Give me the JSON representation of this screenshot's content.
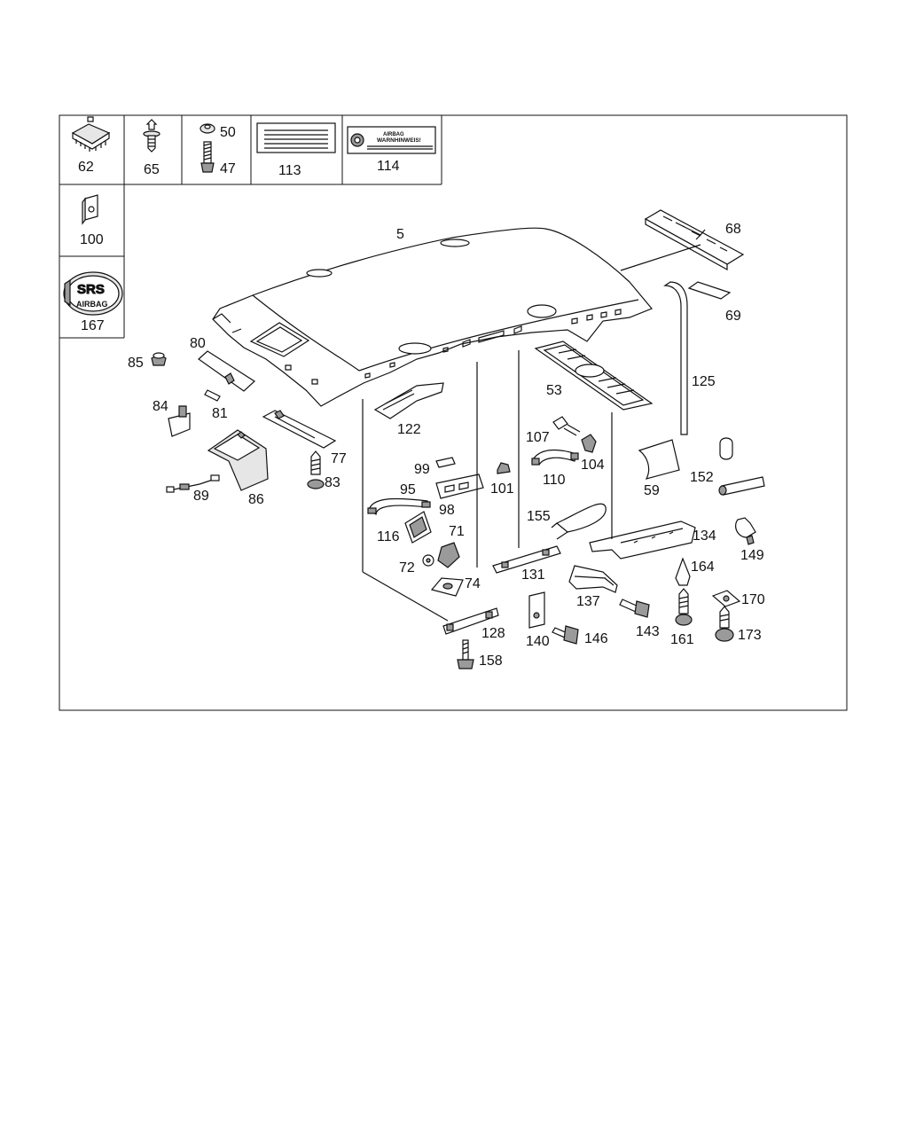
{
  "legend_boxes": [
    {
      "key": "box-62",
      "label": "62"
    },
    {
      "key": "box-65",
      "label": "65"
    },
    {
      "key": "box-50-47",
      "labels": [
        "50",
        "47"
      ]
    },
    {
      "key": "box-113",
      "label": "113"
    },
    {
      "key": "box-114",
      "label": "114",
      "sign_text": [
        "AIRBAG",
        "WARNHINWEIS!"
      ]
    },
    {
      "key": "box-100",
      "label": "100"
    },
    {
      "key": "box-167",
      "label": "167",
      "badge_text": [
        "SRS",
        "AIRBAG"
      ]
    }
  ],
  "parts": [
    {
      "label": "5"
    },
    {
      "label": "68"
    },
    {
      "label": "69"
    },
    {
      "label": "125"
    },
    {
      "label": "53"
    },
    {
      "label": "80"
    },
    {
      "label": "85"
    },
    {
      "label": "81"
    },
    {
      "label": "84"
    },
    {
      "label": "77"
    },
    {
      "label": "83"
    },
    {
      "label": "86"
    },
    {
      "label": "89"
    },
    {
      "label": "122"
    },
    {
      "label": "99"
    },
    {
      "label": "95"
    },
    {
      "label": "98"
    },
    {
      "label": "101"
    },
    {
      "label": "116"
    },
    {
      "label": "71"
    },
    {
      "label": "72"
    },
    {
      "label": "74"
    },
    {
      "label": "128"
    },
    {
      "label": "158"
    },
    {
      "label": "107"
    },
    {
      "label": "104"
    },
    {
      "label": "110"
    },
    {
      "label": "155"
    },
    {
      "label": "131"
    },
    {
      "label": "59"
    },
    {
      "label": "152"
    },
    {
      "label": "134"
    },
    {
      "label": "149"
    },
    {
      "label": "164"
    },
    {
      "label": "137"
    },
    {
      "label": "143"
    },
    {
      "label": "170"
    },
    {
      "label": "161"
    },
    {
      "label": "173"
    },
    {
      "label": "140"
    },
    {
      "label": "146"
    }
  ]
}
